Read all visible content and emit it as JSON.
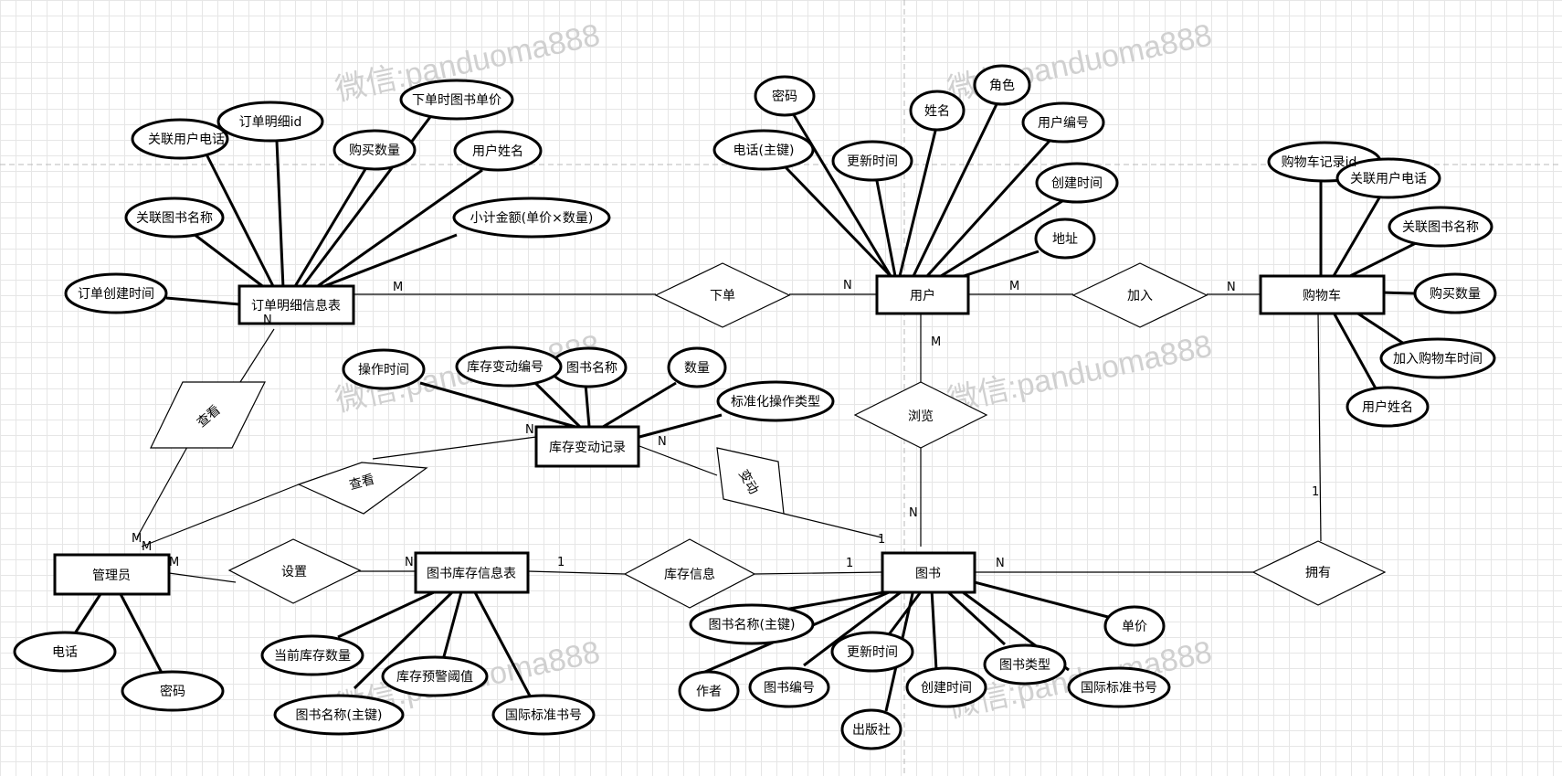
{
  "watermark": "微信:panduoma888",
  "entities": {
    "order_detail": "订单明细信息表",
    "user": "用户",
    "cart": "购物车",
    "stock_log": "库存变动记录",
    "admin": "管理员",
    "book_stock": "图书库存信息表",
    "book": "图书"
  },
  "relationships": {
    "place_order": "下单",
    "add_cart": "加入",
    "browse": "浏览",
    "view_order": "查看",
    "view_log": "查看",
    "change": "变动",
    "setup": "设置",
    "stock_info": "库存信息",
    "own": "拥有"
  },
  "attributes": {
    "order_detail": [
      "关联用户电话",
      "订单明细id",
      "下单时图书单价",
      "购买数量",
      "用户姓名",
      "关联图书名称",
      "小计金额(单价×数量)",
      "订单创建时间"
    ],
    "user": [
      "密码",
      "电话(主键)",
      "更新时间",
      "姓名",
      "角色",
      "用户编号",
      "创建时间",
      "地址"
    ],
    "cart": [
      "购物车记录id",
      "关联用户电话",
      "关联图书名称",
      "购买数量",
      "加入购物车时间",
      "用户姓名"
    ],
    "stock_log": [
      "操作时间",
      "库存变动编号",
      "图书名称",
      "数量",
      "标准化操作类型"
    ],
    "admin": [
      "电话",
      "密码"
    ],
    "book_stock": [
      "当前库存数量",
      "库存预警阈值",
      "图书名称(主键)",
      "国际标准书号"
    ],
    "book": [
      "图书名称(主键)",
      "单价",
      "更新时间",
      "作者",
      "图书编号",
      "创建时间",
      "图书类型",
      "国际标准书号",
      "出版社"
    ]
  },
  "cardinalities": {
    "order_user_m": "M",
    "order_user_n": "N",
    "user_cart_m": "M",
    "user_cart_n": "N",
    "user_browse_m": "M",
    "browse_book_n": "N",
    "order_view_n": "N",
    "admin_view_m1": "M",
    "admin_view_m2": "M",
    "log_view_n": "N",
    "log_change_n": "N",
    "change_book_1": "1",
    "admin_setup_m": "M",
    "setup_stock_n": "N",
    "stock_info_1a": "1",
    "stock_info_1b": "1",
    "book_own_n": "N",
    "cart_own_1": "1"
  }
}
